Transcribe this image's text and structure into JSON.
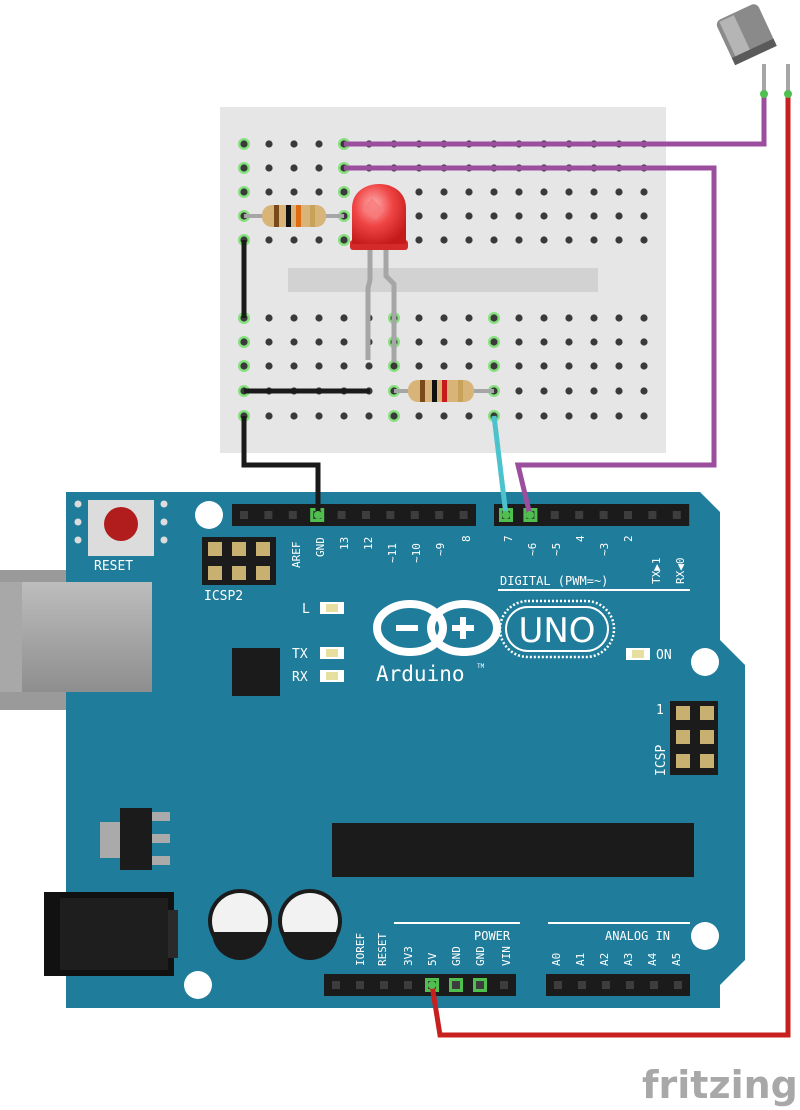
{
  "app": {
    "brand": "fritzing"
  },
  "board": {
    "reset_label": "RESET",
    "icsp2_label": "ICSP2",
    "icsp_label": "ICSP",
    "icsp_pin1": "1",
    "model": "UNO",
    "maker": "Arduino",
    "trademark": "TM",
    "led_l": "L",
    "led_tx": "TX",
    "led_rx": "RX",
    "led_on": "ON",
    "digital_header_label": "DIGITAL (PWM=~)",
    "power_header_label": "POWER",
    "analog_header_label": "ANALOG IN",
    "digital_pins_left": [
      "AREF",
      "GND",
      "13",
      "12",
      "~11",
      "~10",
      "~9",
      "8"
    ],
    "digital_pins_right": [
      "7",
      "~6",
      "~5",
      "4",
      "~3",
      "2",
      "TX▶1",
      "RX◀0"
    ],
    "power_pins": [
      "IOREF",
      "RESET",
      "3V3",
      "5V",
      "GND",
      "GND",
      "VIN"
    ],
    "analog_pins": [
      "A0",
      "A1",
      "A2",
      "A3",
      "A4",
      "A5"
    ]
  },
  "colors": {
    "board": "#1f7c9a",
    "breadboard": "#e6e6e6",
    "wire_purple": "#9b4e9e",
    "wire_red": "#c8201f",
    "wire_black": "#1a1a1a",
    "wire_cyan": "#5fd1d8",
    "led_red": "#ef3a3a"
  }
}
